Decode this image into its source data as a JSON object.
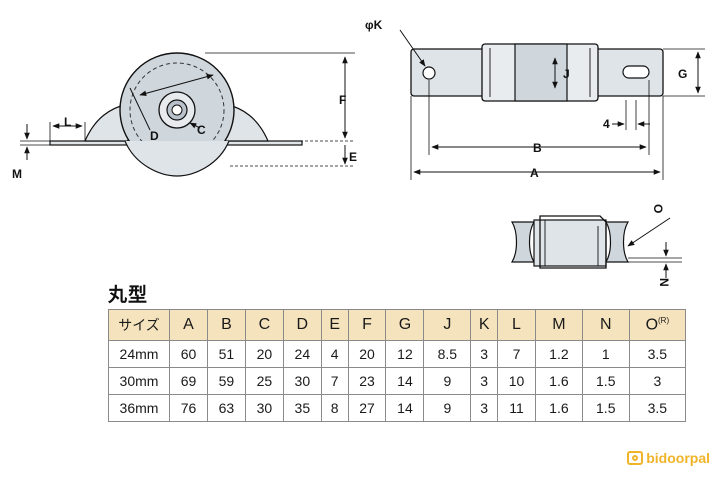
{
  "labels": {
    "L": "L",
    "M": "M",
    "D": "D",
    "C": "C",
    "F": "F",
    "E": "E",
    "phiK": "φK",
    "J": "J",
    "G": "G",
    "four": "4",
    "B": "B",
    "A": "A",
    "O": "O",
    "N": "N"
  },
  "section_title": "丸型",
  "table": {
    "first_header": "サイズ",
    "columns": [
      "A",
      "B",
      "C",
      "D",
      "E",
      "F",
      "G",
      "J",
      "K",
      "L",
      "M",
      "N",
      "O"
    ],
    "o_superscript": "(R)",
    "rows": [
      {
        "size": "24mm",
        "values": [
          "60",
          "51",
          "20",
          "24",
          "4",
          "20",
          "12",
          "8.5",
          "3",
          "7",
          "1.2",
          "1",
          "3.5"
        ]
      },
      {
        "size": "30mm",
        "values": [
          "69",
          "59",
          "25",
          "30",
          "7",
          "23",
          "14",
          "9",
          "3",
          "10",
          "1.6",
          "1.5",
          "3"
        ]
      },
      {
        "size": "36mm",
        "values": [
          "76",
          "63",
          "30",
          "35",
          "8",
          "27",
          "14",
          "9",
          "3",
          "11",
          "1.6",
          "1.5",
          "3.5"
        ]
      }
    ]
  },
  "brand": "bidoorpal",
  "colors": {
    "wheel_fill": "#cfd6dc",
    "bracket_fill": "#dfe4e8",
    "header_bg": "#f5e3bd",
    "brand": "#f0b429"
  }
}
